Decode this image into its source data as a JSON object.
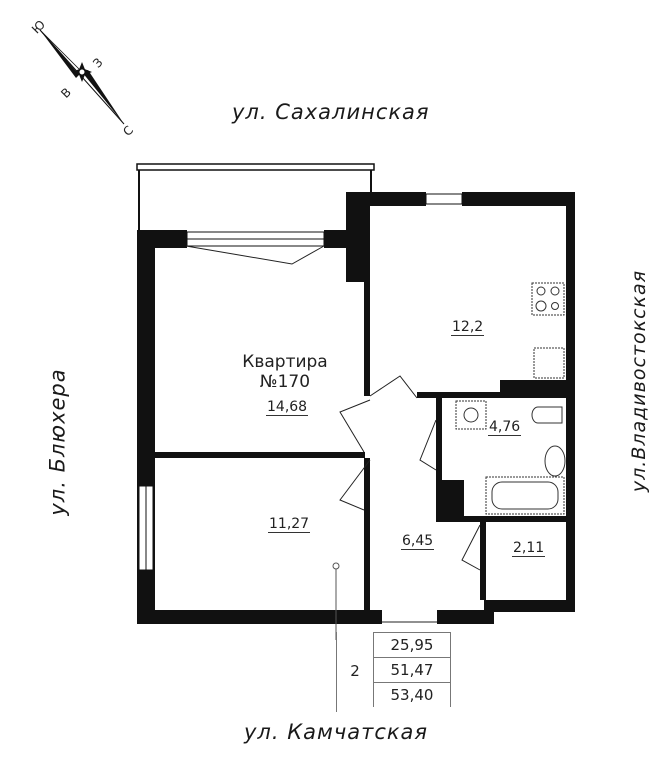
{
  "streets": {
    "north": "ул. Сахалинская",
    "south": "ул. Камчатская",
    "west": "ул. Блюхера",
    "east": "ул.Владивостокская"
  },
  "compass": {
    "labels": {
      "south": "Ю",
      "west": "З",
      "east": "В",
      "north": "С"
    }
  },
  "apartment": {
    "title": "Квартира",
    "number": "№170"
  },
  "rooms": [
    {
      "id": "room-1",
      "area": "14,68"
    },
    {
      "id": "kitchen",
      "area": "12,2"
    },
    {
      "id": "bathroom",
      "area": "4,76"
    },
    {
      "id": "room-2",
      "area": "11,27"
    },
    {
      "id": "hallway",
      "area": "6,45"
    },
    {
      "id": "storage",
      "area": "2,11"
    }
  ],
  "summary": {
    "rooms_count": "2",
    "living_area": "25,95",
    "total_area": "51,47",
    "total_with_balcony": "53,40"
  }
}
